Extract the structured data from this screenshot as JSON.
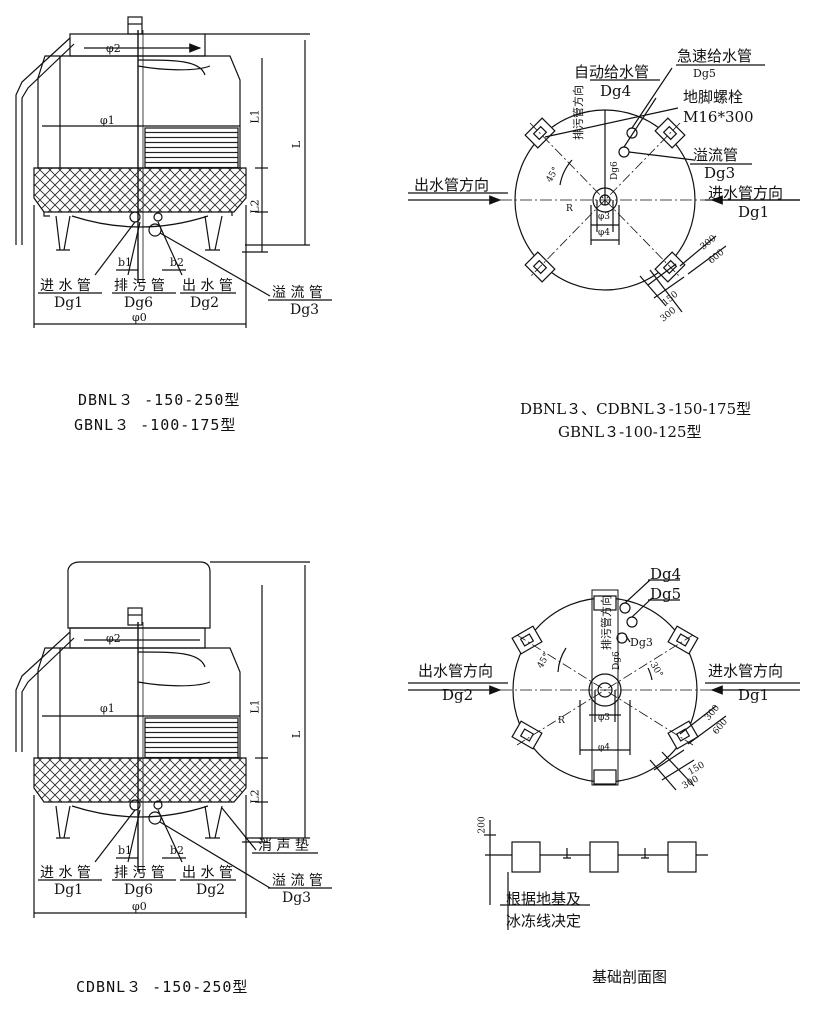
{
  "views": {
    "tower_a": {
      "dims": {
        "d2": "φ2",
        "d1": "φ1",
        "d0": "φ0",
        "l1": "L1",
        "l": "L",
        "l2": "L2",
        "b1": "b1",
        "b2": "b2"
      },
      "labels": {
        "inlet": "进 水 管",
        "inlet_dg": "Dg1",
        "drain": "排 污 管",
        "drain_dg": "Dg6",
        "outlet": "出 水 管",
        "outlet_dg": "Dg2",
        "overflow": "溢 流 管",
        "overflow_dg": "Dg3"
      },
      "caption_lines": [
        "DBNL３ -150-250型",
        "GBNL３ -100-175型"
      ]
    },
    "plan_a": {
      "auto_feed": "自动给水管",
      "auto_feed_dg": "Dg4",
      "quick_feed": "急速给水管",
      "quick_feed_dg": "Dg5",
      "anchor_bolt": "地脚螺栓",
      "bolt_spec": "M16*300",
      "overflow": "溢流管",
      "overflow_dg": "Dg3",
      "outlet_dir": "出水管方向",
      "inlet_dir": "进水管方向",
      "inlet_dg": "Dg1",
      "drain_dir": "排污管方向",
      "angle": "45°",
      "radius": "R",
      "drain_dg": "Dg6",
      "phi3": "φ3",
      "phi4": "φ4",
      "dim_300a": "300",
      "dim_600": "600",
      "dim_150": "150",
      "dim_300b": "300",
      "caption_lines": [
        "DBNL３、CDBNL３-150-175型",
        "GBNL３-100-125型"
      ]
    },
    "tower_b": {
      "dims": {
        "d2": "φ2",
        "d1": "φ1",
        "d0": "φ0",
        "l1": "L1",
        "l": "L",
        "l2": "L2",
        "b1": "b1",
        "b2": "b2"
      },
      "labels": {
        "silencer": "消 声 垫",
        "inlet": "进 水 管",
        "inlet_dg": "Dg1",
        "drain": "排 污 管",
        "drain_dg": "Dg6",
        "outlet": "出 水 管",
        "outlet_dg": "Dg2",
        "overflow": "溢 流 管",
        "overflow_dg": "Dg3"
      },
      "caption_lines": [
        "CDBNL３ -150-250型"
      ]
    },
    "plan_b": {
      "dg4": "Dg4",
      "dg5": "Dg5",
      "dg3": "Dg3",
      "outlet_dir": "出水管方向",
      "outlet_dg": "Dg2",
      "inlet_dir": "进水管方向",
      "inlet_dg": "Dg1",
      "drain_dir": "排污管方向",
      "angle45": "45°",
      "angle30": "30°",
      "radius": "R",
      "drain_dg": "Dg6",
      "phi3": "φ3",
      "phi4": "φ4",
      "dim_300a": "300",
      "dim_600": "600",
      "dim_150": "150",
      "dim_300b": "300"
    },
    "foundation": {
      "dim_200": "200",
      "note_line1": "根据地基及",
      "note_line2": "冰冻线决定",
      "title": "基础剖面图"
    }
  }
}
